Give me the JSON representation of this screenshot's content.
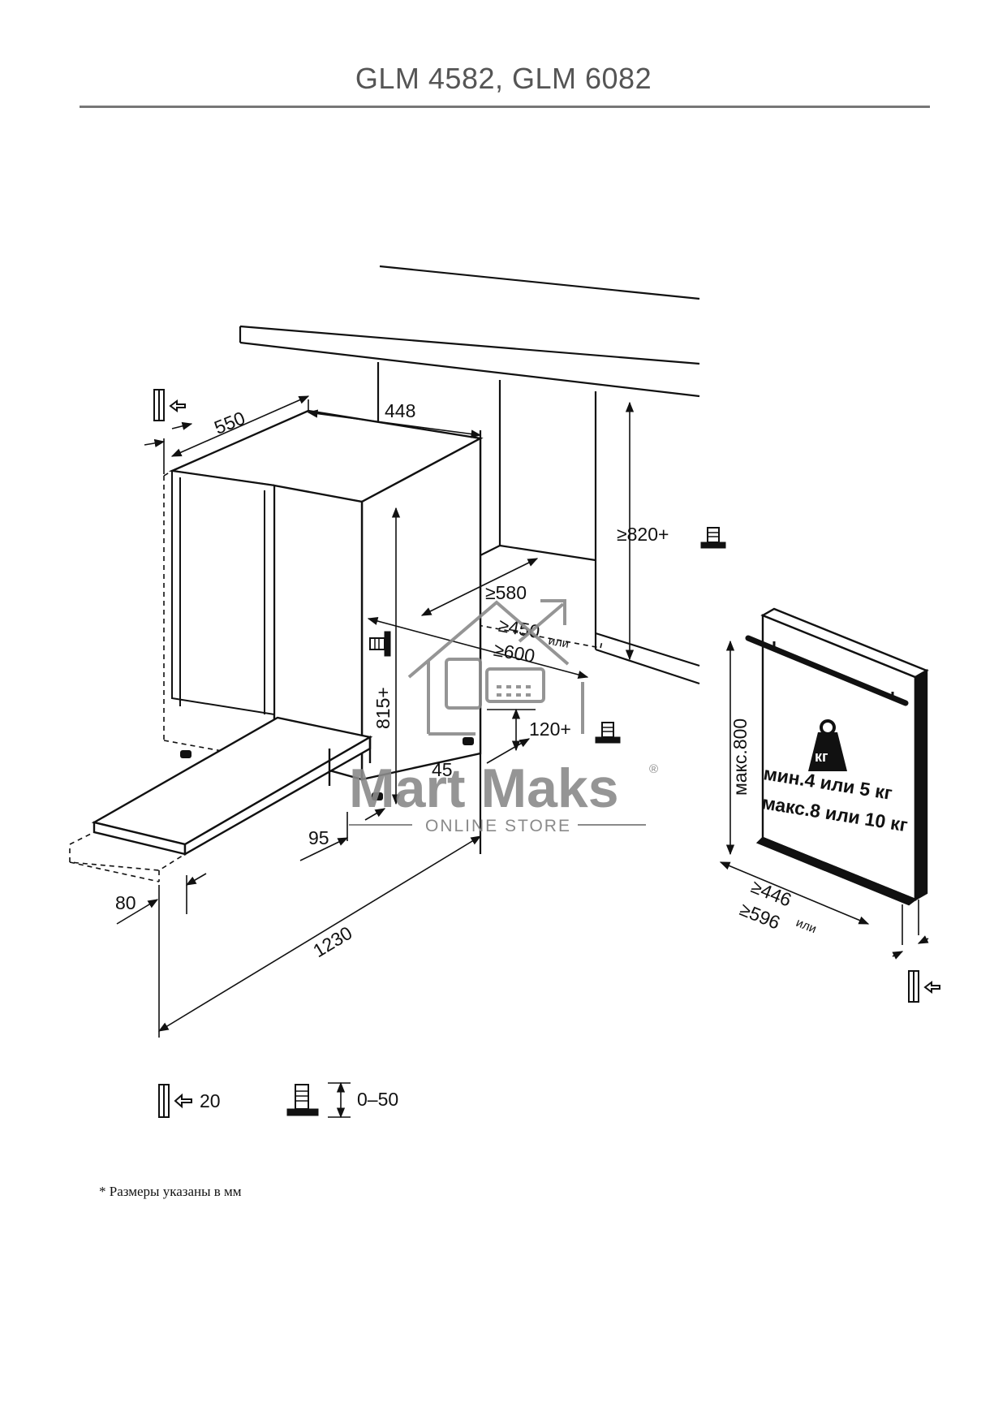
{
  "title": "GLM 4582, GLM 6082",
  "footnote": "* Размеры указаны в мм",
  "dimensions": {
    "d550": "550",
    "d448": "448",
    "d820": "≥820+",
    "d580": "≥580",
    "d450": "≥450",
    "d450_or": "или",
    "d600": "≥600",
    "d815": "815+",
    "d120": "120+",
    "d45": "45",
    "d95": "95",
    "d80": "80",
    "d1230": "1230",
    "d446": "≥446",
    "d596": "≥596",
    "d596_or": "или",
    "max800": "макс.800"
  },
  "weight": {
    "unit_label": "кг",
    "min_text": "мин.4 или 5 кг",
    "max_text": "макс.8 или 10 кг"
  },
  "legend": {
    "panel_thickness": "20",
    "foot_range": "0–50"
  },
  "watermark": {
    "brand": "Mart Maks",
    "sub": "ONLINE STORE",
    "reg": "®"
  },
  "icons": [
    "panel-thickness-icon",
    "adjustable-foot-icon",
    "weight-icon",
    "house-watermark-icon"
  ]
}
